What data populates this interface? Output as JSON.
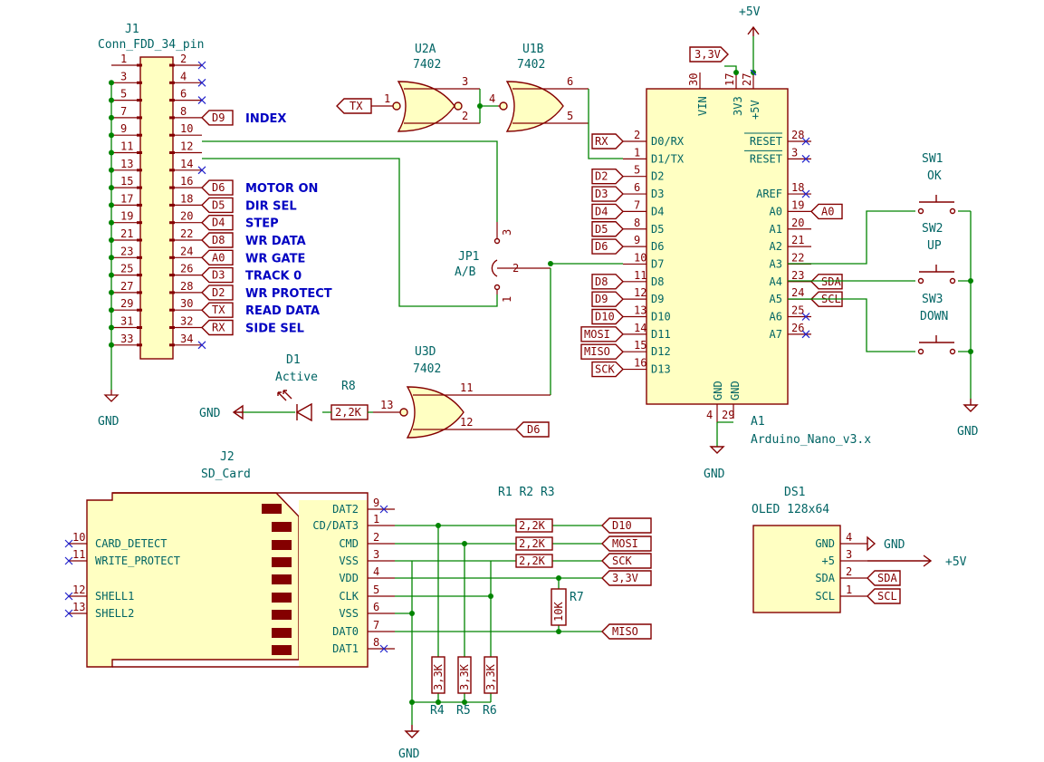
{
  "j1": {
    "ref": "J1",
    "value": "Conn_FDD_34_pin",
    "left_pins": [
      "1",
      "3",
      "5",
      "7",
      "9",
      "11",
      "13",
      "15",
      "17",
      "19",
      "21",
      "23",
      "25",
      "27",
      "29",
      "31",
      "33"
    ],
    "right_pins": [
      "2",
      "4",
      "6",
      "8",
      "10",
      "12",
      "14",
      "16",
      "18",
      "20",
      "22",
      "24",
      "26",
      "28",
      "30",
      "32",
      "34"
    ],
    "labels": [
      {
        "label": "D9",
        "desc": "INDEX"
      },
      {
        "label": "D6",
        "desc": "MOTOR ON"
      },
      {
        "label": "D5",
        "desc": "DIR SEL"
      },
      {
        "label": "D4",
        "desc": "STEP"
      },
      {
        "label": "D8",
        "desc": "WR DATA"
      },
      {
        "label": "A0",
        "desc": "WR GATE"
      },
      {
        "label": "D3",
        "desc": "TRACK 0"
      },
      {
        "label": "D2",
        "desc": "WR PROTECT"
      },
      {
        "label": "TX",
        "desc": "READ DATA"
      },
      {
        "label": "RX",
        "desc": "SIDE SEL"
      }
    ],
    "gnd": "GND"
  },
  "u2a": {
    "ref": "U2A",
    "value": "7402",
    "in_label": "TX",
    "pins": [
      "1",
      "3",
      "2"
    ]
  },
  "u1b": {
    "ref": "U1B",
    "value": "7402",
    "pins": [
      "4",
      "6",
      "5"
    ]
  },
  "u3d": {
    "ref": "U3D",
    "value": "7402",
    "pins": [
      "13",
      "11",
      "12"
    ],
    "in_label": "D6"
  },
  "jp1": {
    "ref": "JP1",
    "value": "A/B",
    "pins": [
      "3",
      "2",
      "1"
    ]
  },
  "d1": {
    "ref": "D1",
    "value": "Active",
    "gnd": "GND"
  },
  "r8": {
    "ref": "R8",
    "value": "2,2K"
  },
  "a1": {
    "ref": "A1",
    "value": "Arduino_Nano_v3.x",
    "power": {
      "vin": "VIN",
      "v33": "3V3",
      "v5": "+5V",
      "pin30": "30",
      "pin17": "17",
      "pin27": "27",
      "gnd1": "GND",
      "gnd2": "GND",
      "pin4": "4",
      "pin29": "29",
      "gnd": "GND",
      "supply": "+5V",
      "v33_label": "3,3V"
    },
    "left": [
      {
        "pin": "2",
        "name": "D0/RX",
        "label": "RX"
      },
      {
        "pin": "1",
        "name": "D1/TX",
        "label": ""
      },
      {
        "pin": "5",
        "name": "D2",
        "label": "D2"
      },
      {
        "pin": "6",
        "name": "D3",
        "label": "D3"
      },
      {
        "pin": "7",
        "name": "D4",
        "label": "D4"
      },
      {
        "pin": "8",
        "name": "D5",
        "label": "D5"
      },
      {
        "pin": "9",
        "name": "D6",
        "label": "D6"
      },
      {
        "pin": "10",
        "name": "D7",
        "label": ""
      },
      {
        "pin": "11",
        "name": "D8",
        "label": "D8"
      },
      {
        "pin": "12",
        "name": "D9",
        "label": "D9"
      },
      {
        "pin": "13",
        "name": "D10",
        "label": "D10"
      },
      {
        "pin": "14",
        "name": "D11",
        "label": "MOSI"
      },
      {
        "pin": "15",
        "name": "D12",
        "label": "MISO"
      },
      {
        "pin": "16",
        "name": "D13",
        "label": "SCK"
      }
    ],
    "right": [
      {
        "pin": "28",
        "name": "RESET",
        "label": ""
      },
      {
        "pin": "3",
        "name": "RESET",
        "label": ""
      },
      {
        "pin": "",
        "name": "",
        "label": ""
      },
      {
        "pin": "18",
        "name": "AREF",
        "label": ""
      },
      {
        "pin": "19",
        "name": "A0",
        "label": "A0"
      },
      {
        "pin": "20",
        "name": "A1",
        "label": ""
      },
      {
        "pin": "21",
        "name": "A2",
        "label": ""
      },
      {
        "pin": "22",
        "name": "A3",
        "label": ""
      },
      {
        "pin": "23",
        "name": "A4",
        "label": "SDA"
      },
      {
        "pin": "24",
        "name": "A5",
        "label": "SCL"
      },
      {
        "pin": "25",
        "name": "A6",
        "label": ""
      },
      {
        "pin": "26",
        "name": "A7",
        "label": ""
      }
    ]
  },
  "switches": [
    {
      "ref": "SW1",
      "value": "OK"
    },
    {
      "ref": "SW2",
      "value": "UP"
    },
    {
      "ref": "SW3",
      "value": "DOWN"
    }
  ],
  "sw_gnd": "GND",
  "j2": {
    "ref": "J2",
    "value": "SD_Card",
    "left": [
      {
        "pin": "10",
        "name": "CARD_DETECT"
      },
      {
        "pin": "11",
        "name": "WRITE_PROTECT"
      },
      {
        "pin": "12",
        "name": "SHELL1"
      },
      {
        "pin": "13",
        "name": "SHELL2"
      }
    ],
    "right": [
      {
        "pin": "9",
        "name": "DAT2"
      },
      {
        "pin": "1",
        "name": "CD/DAT3"
      },
      {
        "pin": "2",
        "name": "CMD"
      },
      {
        "pin": "3",
        "name": "VSS"
      },
      {
        "pin": "4",
        "name": "VDD"
      },
      {
        "pin": "5",
        "name": "CLK"
      },
      {
        "pin": "6",
        "name": "VSS"
      },
      {
        "pin": "7",
        "name": "DAT0"
      },
      {
        "pin": "8",
        "name": "DAT1"
      }
    ]
  },
  "sd_resistors": {
    "refs": "R1 R2 R3",
    "value": "2,2K",
    "labels": [
      "D10",
      "MOSI",
      "SCK",
      "3,3V",
      "MISO"
    ]
  },
  "r7": {
    "ref": "R7",
    "value": "10K"
  },
  "pulldowns": [
    {
      "ref": "R4",
      "value": "3,3K"
    },
    {
      "ref": "R5",
      "value": "3,3K"
    },
    {
      "ref": "R6",
      "value": "3,3K"
    }
  ],
  "sd_gnd": "GND",
  "ds1": {
    "ref": "DS1",
    "value": "OLED 128x64",
    "pins": [
      {
        "pin": "4",
        "name": "GND"
      },
      {
        "pin": "3",
        "name": "+5"
      },
      {
        "pin": "2",
        "name": "SDA"
      },
      {
        "pin": "1",
        "name": "SCL"
      }
    ],
    "gnd": "GND",
    "supply": "+5V",
    "sda": "SDA",
    "scl": "SCL"
  }
}
